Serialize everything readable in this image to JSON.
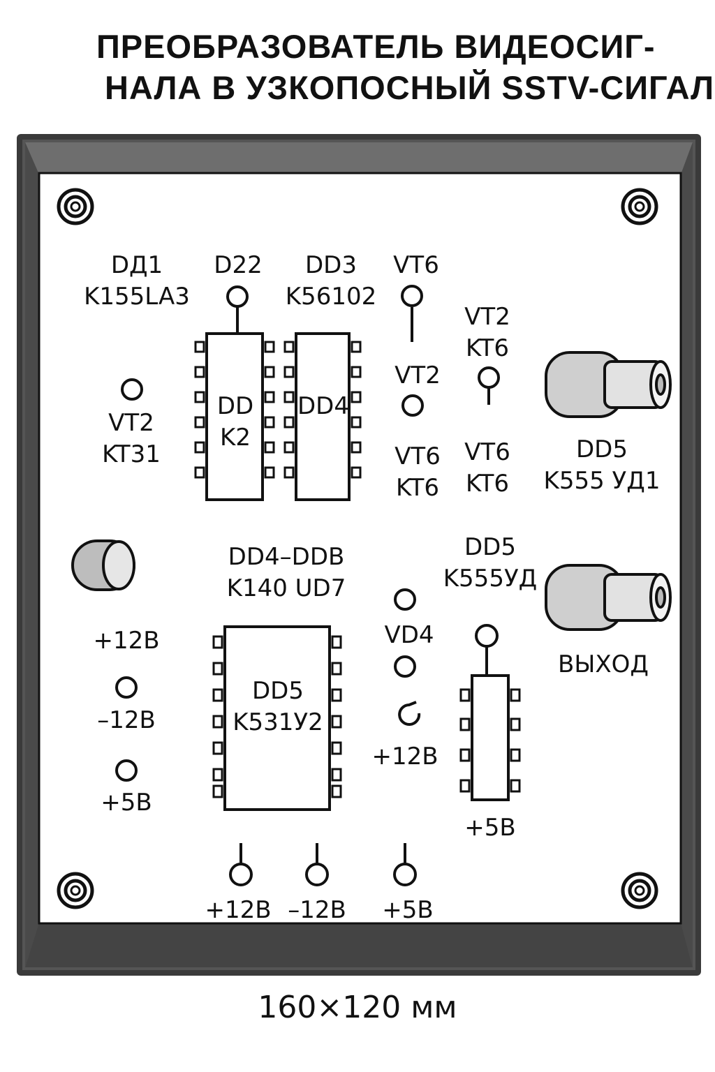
{
  "title": {
    "line1": "ПРЕОБРАЗОВАТЕЛЬ ВИДЕОСИГ-",
    "line2": "НАЛА В УЗКОПОСНЫЙ SSTV-СИГАЛ"
  },
  "labels": {
    "dd1": [
      "DД1",
      "K155LA3"
    ],
    "d22": [
      "D22"
    ],
    "dd3": [
      "DD3",
      "K56102"
    ],
    "vt6_top": [
      "VT6"
    ],
    "vt2_kt6": [
      "VT2",
      "KT6"
    ],
    "vt2_mid": [
      "VT2"
    ],
    "vt2_kt31": [
      "VT2",
      "KT31"
    ],
    "chip_dd_k2": [
      "DD",
      "K2"
    ],
    "chip_dd4": [
      "DD4"
    ],
    "vt6_kt6_a": [
      "VT6",
      "KT6"
    ],
    "vt6_kt6_b": [
      "VT6",
      "KT6"
    ],
    "dd5_k555ud1": [
      "DD5",
      "K555 УД1"
    ],
    "dd4_ddb": [
      "DD4–DDB",
      "K140 UD7"
    ],
    "dd5_k555ud": [
      "DD5",
      "K555УД"
    ],
    "vd4": [
      "VD4"
    ],
    "vykhod": [
      "ВЫХОД"
    ],
    "left_p12": [
      "+12В"
    ],
    "left_m12": [
      "–12В"
    ],
    "left_p5": [
      "+5В"
    ],
    "chip_dd5": [
      "DD5",
      "K531У2"
    ],
    "mid_p12": [
      "+12В"
    ],
    "right_p5": [
      "+5В"
    ],
    "bot_p12": [
      "+12В"
    ],
    "bot_m12": [
      "–12В"
    ],
    "bot_p5": [
      "+5В"
    ]
  },
  "dimension": "160×120 мм",
  "colors": {
    "frame_outer": "#3a3a3a",
    "frame_bevel": "#6a6a6a",
    "board": "#ffffff",
    "line": "#111111",
    "connector": "#d8d8d8"
  }
}
